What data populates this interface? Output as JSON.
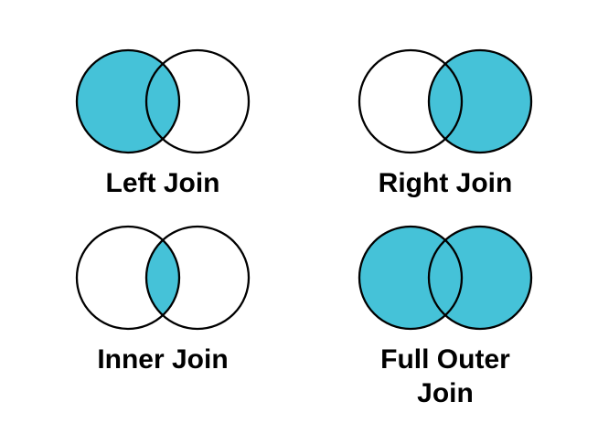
{
  "figure": {
    "background": "#ffffff"
  },
  "colors": {
    "highlight_fill": "#45c2d8",
    "circle_fill": "#ffffff",
    "outline": "#000000",
    "label_text": "#000000"
  },
  "diagrams": [
    {
      "id": "left-join",
      "label": "Left Join",
      "filled": {
        "left_circle": true,
        "right_circle": false,
        "intersection": true
      }
    },
    {
      "id": "right-join",
      "label": "Right Join",
      "filled": {
        "left_circle": false,
        "right_circle": true,
        "intersection": true
      }
    },
    {
      "id": "inner-join",
      "label": "Inner Join",
      "filled": {
        "left_circle": false,
        "right_circle": false,
        "intersection": true
      }
    },
    {
      "id": "full-outer-join",
      "label": "Full Outer Join",
      "filled": {
        "left_circle": true,
        "right_circle": true,
        "intersection": true
      }
    }
  ]
}
